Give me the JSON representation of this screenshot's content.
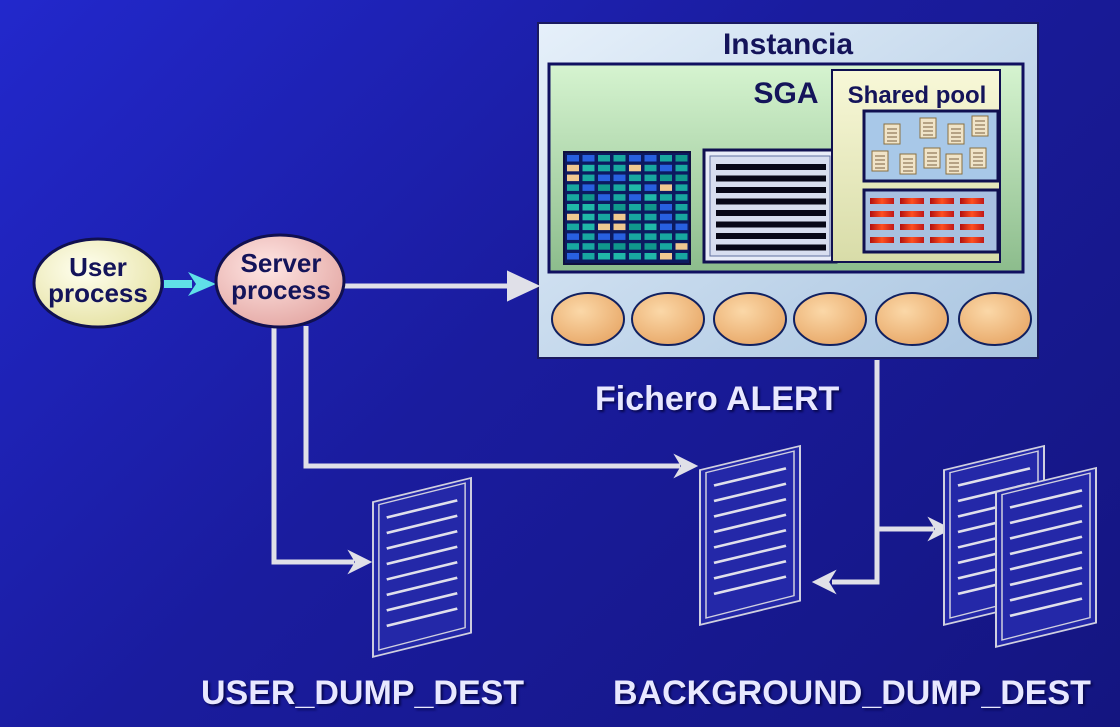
{
  "instance": {
    "title": "Instancia",
    "sga_label": "SGA",
    "shared_pool_label": "Shared pool"
  },
  "processes": {
    "user": {
      "line1": "User",
      "line2": "process"
    },
    "server": {
      "line1": "Server",
      "line2": "process"
    }
  },
  "files": {
    "alert_label": "Fichero ALERT",
    "user_dump_label": "USER_DUMP_DEST",
    "background_dump_label": "BACKGROUND_DUMP_DEST"
  },
  "colors": {
    "background": "#1e22b8",
    "instance_fill": "#cfe0f2",
    "sga_fill": "#b8e0b0",
    "user_process_fill": "#f8f6c8",
    "server_process_fill": "#f4c8c4",
    "background_process_fill": "#f6c890",
    "arrow": "#e0e0e8",
    "arrow_cyan": "#60e0e8"
  },
  "icons": [
    "document-stack-icon",
    "arrow-icon",
    "memory-grid-icon",
    "buffer-icon",
    "library-cache-icon",
    "dictionary-cache-icon"
  ]
}
